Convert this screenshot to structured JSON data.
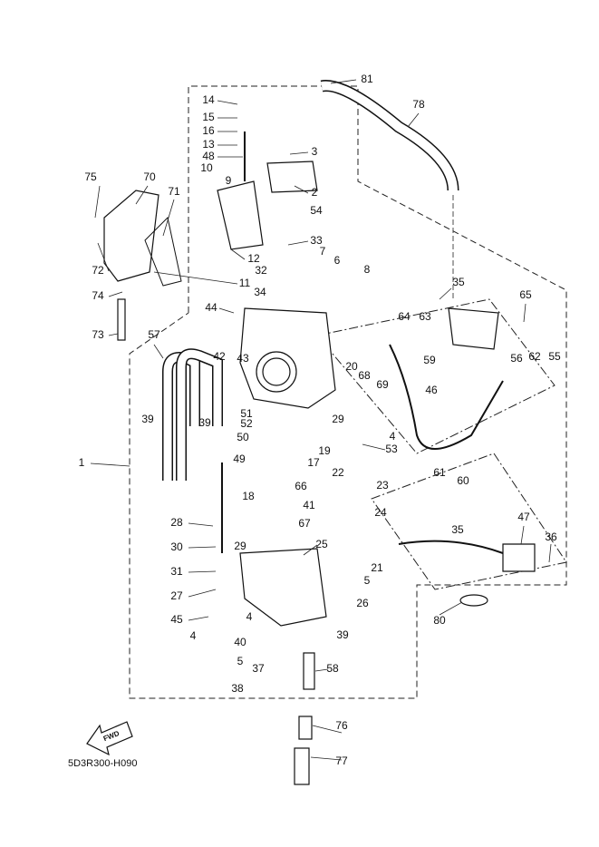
{
  "diagram_code": "5D3R300-H090",
  "fwd_label": "FWD",
  "callouts": [
    "81",
    "78",
    "14",
    "15",
    "16",
    "13",
    "48",
    "3",
    "2",
    "10",
    "9",
    "54",
    "75",
    "70",
    "71",
    "33",
    "7",
    "6",
    "8",
    "72",
    "12",
    "11",
    "32",
    "74",
    "34",
    "35",
    "65",
    "44",
    "64",
    "63",
    "73",
    "42",
    "43",
    "57",
    "56",
    "62",
    "55",
    "20",
    "59",
    "68",
    "69",
    "46",
    "39",
    "39",
    "51",
    "52",
    "29",
    "4",
    "50",
    "19",
    "53",
    "49",
    "17",
    "1",
    "22",
    "23",
    "61",
    "60",
    "18",
    "66",
    "41",
    "24",
    "67",
    "47",
    "28",
    "36",
    "35",
    "21",
    "30",
    "29",
    "25",
    "31",
    "5",
    "27",
    "26",
    "45",
    "4",
    "80",
    "4",
    "40",
    "39",
    "5",
    "37",
    "58",
    "38",
    "76",
    "77"
  ]
}
